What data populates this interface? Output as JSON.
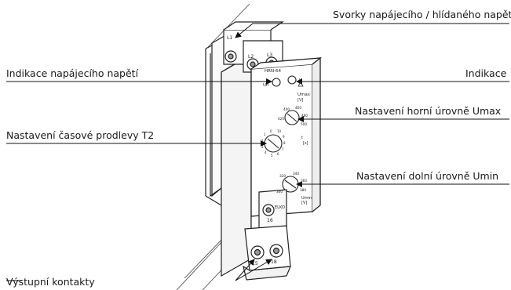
{
  "callouts": {
    "terminals_supply": "Svorky napájecího / hlídaného napětí",
    "supply_indicator": "Indikace napájecího napětí",
    "indication": "Indikace",
    "upper_level": "Nastavení horní úrovně Umax",
    "time_delay": "Nastavení časové prodlevy T2",
    "lower_level": "Nastavení dolní úrovně Umin",
    "output_contacts": "Výstupní kontakty"
  },
  "device": {
    "model": "HRN-64",
    "led_un": "Un",
    "led_u": "U",
    "terminal_l1": "L1",
    "terminal_l2a": "L2",
    "terminal_l2b": "L3",
    "terminal_16": "16",
    "terminal_15": "15",
    "terminal_18": "18",
    "umax_label": "Umax",
    "umax_unit": "[V]",
    "umax_ticks": [
      "440",
      "460",
      "480",
      "500",
      "420"
    ],
    "t2_label": "t",
    "t2_unit": "[s]",
    "t2_ticks": [
      "0",
      "1",
      "2",
      "3",
      "4",
      "5",
      "6",
      "7",
      "8",
      "9",
      "10"
    ],
    "umin_label": "Umin",
    "umin_unit": "[V]",
    "umin_ticks": [
      "320",
      "340",
      "360",
      "380",
      "300"
    ],
    "brand": "ELKO"
  }
}
